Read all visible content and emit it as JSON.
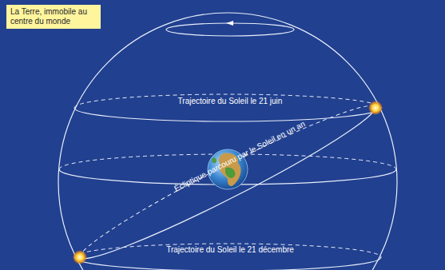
{
  "diagram": {
    "nodes": [
      {
        "text": [
          "La Terre, immobile au centre du monde"
        ]
      }
    ],
    "labels": [
      "Trajectoire du Soleil le 21 juin",
      "Écliptique parcouru par le Soleil en un an",
      "Trajectoire du Soleil le 21 décembre"
    ]
  }
}
